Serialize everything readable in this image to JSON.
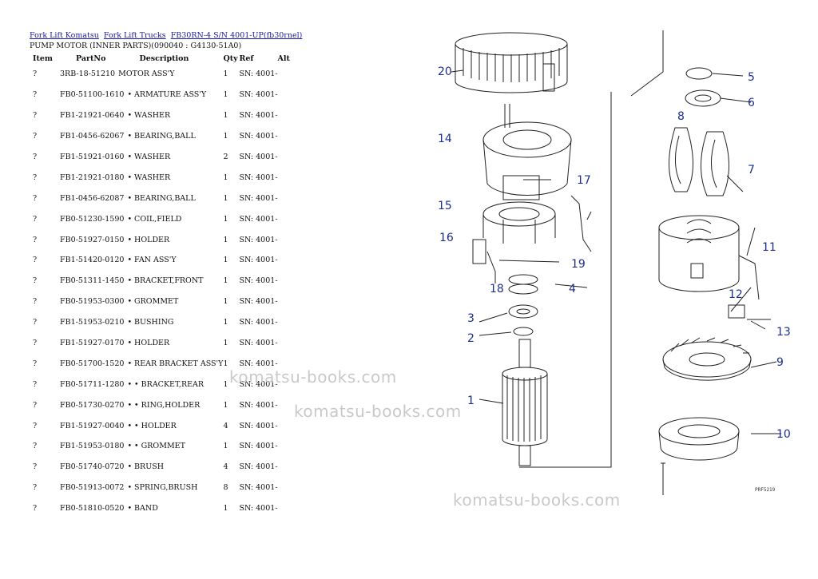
{
  "breadcrumb": [
    "Fork Lift Komatsu",
    "Fork Lift Trucks",
    "FB30RN-4 S/N 4001-UP(fb30rnel)"
  ],
  "subtitle": "PUMP MOTOR (INNER PARTS)(090040 : G4130-51A0)",
  "table": {
    "headers": [
      "Item",
      "PartNo",
      "Description",
      "Qty",
      "Ref",
      "Alt"
    ],
    "rows": [
      {
        "item": "?",
        "part": "3RB-18-51210",
        "desc": "MOTOR ASS'Y",
        "qty": "1",
        "ref": "SN: 4001-"
      },
      {
        "item": "?",
        "part": "FB0-51100-1610",
        "desc": "• ARMATURE ASS'Y",
        "qty": "1",
        "ref": "SN: 4001-"
      },
      {
        "item": "?",
        "part": "FB1-21921-0640",
        "desc": "• WASHER",
        "qty": "1",
        "ref": "SN: 4001-"
      },
      {
        "item": "?",
        "part": "FB1-0456-62067",
        "desc": "• BEARING,BALL",
        "qty": "1",
        "ref": "SN: 4001-"
      },
      {
        "item": "?",
        "part": "FB1-51921-0160",
        "desc": "• WASHER",
        "qty": "2",
        "ref": "SN: 4001-"
      },
      {
        "item": "?",
        "part": "FB1-21921-0180",
        "desc": "• WASHER",
        "qty": "1",
        "ref": "SN: 4001-"
      },
      {
        "item": "?",
        "part": "FB1-0456-62087",
        "desc": "• BEARING,BALL",
        "qty": "1",
        "ref": "SN: 4001-"
      },
      {
        "item": "?",
        "part": "FB0-51230-1590",
        "desc": "• COIL,FIELD",
        "qty": "1",
        "ref": "SN: 4001-"
      },
      {
        "item": "?",
        "part": "FB0-51927-0150",
        "desc": "• HOLDER",
        "qty": "1",
        "ref": "SN: 4001-"
      },
      {
        "item": "?",
        "part": "FB1-51420-0120",
        "desc": "• FAN ASS'Y",
        "qty": "1",
        "ref": "SN: 4001-"
      },
      {
        "item": "?",
        "part": "FB0-51311-1450",
        "desc": "• BRACKET,FRONT",
        "qty": "1",
        "ref": "SN: 4001-"
      },
      {
        "item": "?",
        "part": "FB0-51953-0300",
        "desc": "• GROMMET",
        "qty": "1",
        "ref": "SN: 4001-"
      },
      {
        "item": "?",
        "part": "FB1-51953-0210",
        "desc": "• BUSHING",
        "qty": "1",
        "ref": "SN: 4001-"
      },
      {
        "item": "?",
        "part": "FB1-51927-0170",
        "desc": "• HOLDER",
        "qty": "1",
        "ref": "SN: 4001-"
      },
      {
        "item": "?",
        "part": "FB0-51700-1520",
        "desc": "• REAR BRACKET ASS'Y",
        "qty": "1",
        "ref": "SN: 4001-"
      },
      {
        "item": "?",
        "part": "FB0-51711-1280",
        "desc": "• • BRACKET,REAR",
        "qty": "1",
        "ref": "SN: 4001-"
      },
      {
        "item": "?",
        "part": "FB0-51730-0270",
        "desc": "• • RING,HOLDER",
        "qty": "1",
        "ref": "SN: 4001-"
      },
      {
        "item": "?",
        "part": "FB1-51927-0040",
        "desc": "• • HOLDER",
        "qty": "4",
        "ref": "SN: 4001-"
      },
      {
        "item": "?",
        "part": "FB1-51953-0180",
        "desc": "• • GROMMET",
        "qty": "1",
        "ref": "SN: 4001-"
      },
      {
        "item": "?",
        "part": "FB0-51740-0720",
        "desc": "• BRUSH",
        "qty": "4",
        "ref": "SN: 4001-"
      },
      {
        "item": "?",
        "part": "FB0-51913-0072",
        "desc": "• SPRING,BRUSH",
        "qty": "8",
        "ref": "SN: 4001-"
      },
      {
        "item": "?",
        "part": "FB0-51810-0520",
        "desc": "• BAND",
        "qty": "1",
        "ref": "SN: 4001-"
      }
    ]
  },
  "watermark": "komatsu-books.com",
  "diagram": {
    "callouts": [
      "1",
      "2",
      "3",
      "4",
      "5",
      "6",
      "7",
      "8",
      "9",
      "10",
      "11",
      "12",
      "13",
      "14",
      "15",
      "16",
      "17",
      "18",
      "19",
      "20"
    ],
    "drawing_code": "PRF5219"
  },
  "colors": {
    "link": "#1a1aa6",
    "callout": "#1c2f8f",
    "watermark": "#c9c9c9"
  }
}
